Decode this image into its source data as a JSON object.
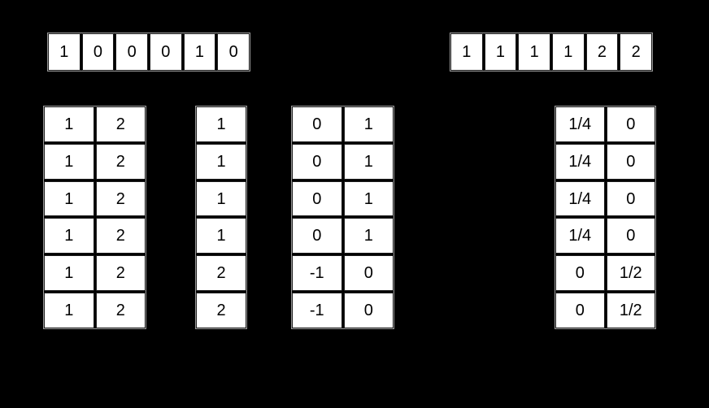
{
  "colors": {
    "background": "#000000",
    "cell_background": "#ffffff",
    "cell_border": "#1a1a1a",
    "table_outline": "#9a9a9a",
    "text": "#000000"
  },
  "top_arrays": [
    {
      "name": "top-array-left",
      "cells": [
        "1",
        "0",
        "0",
        "0",
        "1",
        "0"
      ]
    },
    {
      "name": "top-array-right",
      "cells": [
        "1",
        "1",
        "1",
        "1",
        "2",
        "2"
      ]
    }
  ],
  "tables": [
    {
      "name": "table-pairs",
      "columns": 2,
      "rows": [
        [
          "1",
          "2"
        ],
        [
          "1",
          "2"
        ],
        [
          "1",
          "2"
        ],
        [
          "1",
          "2"
        ],
        [
          "1",
          "2"
        ],
        [
          "1",
          "2"
        ]
      ]
    },
    {
      "name": "table-single",
      "columns": 1,
      "rows": [
        [
          "1"
        ],
        [
          "1"
        ],
        [
          "1"
        ],
        [
          "1"
        ],
        [
          "2"
        ],
        [
          "2"
        ]
      ]
    },
    {
      "name": "table-signs",
      "columns": 2,
      "rows": [
        [
          "0",
          "1"
        ],
        [
          "0",
          "1"
        ],
        [
          "0",
          "1"
        ],
        [
          "0",
          "1"
        ],
        [
          "-1",
          "0"
        ],
        [
          "-1",
          "0"
        ]
      ]
    },
    {
      "name": "table-fractions",
      "columns": 2,
      "rows": [
        [
          "1/4",
          "0"
        ],
        [
          "1/4",
          "0"
        ],
        [
          "1/4",
          "0"
        ],
        [
          "1/4",
          "0"
        ],
        [
          "0",
          "1/2"
        ],
        [
          "0",
          "1/2"
        ]
      ]
    }
  ]
}
